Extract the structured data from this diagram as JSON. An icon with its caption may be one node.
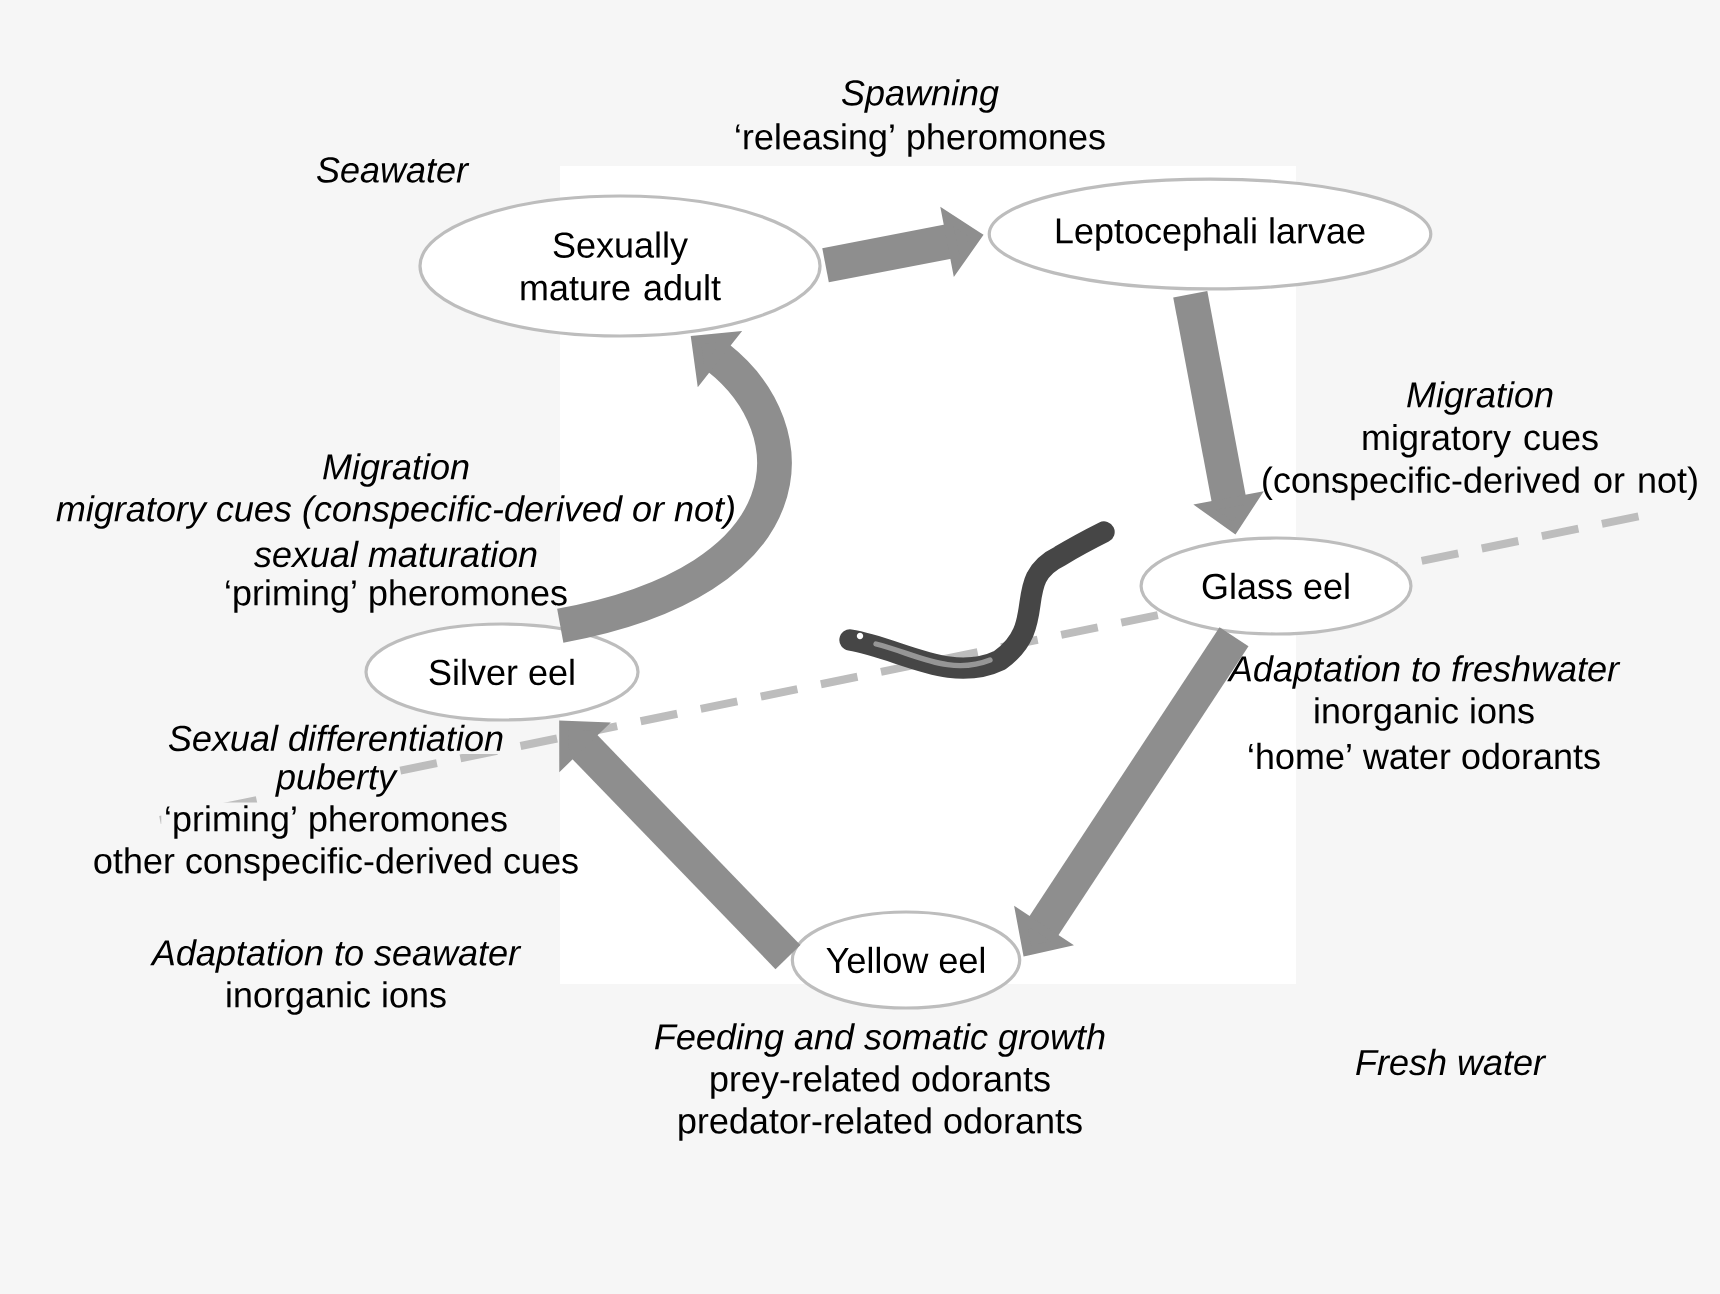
{
  "diagram": {
    "nodes": [
      {
        "text": [
          "Sexually mature adult"
        ]
      },
      {
        "text": [
          "Leptocephali larvae"
        ]
      },
      {
        "text": [
          "Glass eel"
        ]
      },
      {
        "text": [
          "Yellow eel"
        ]
      },
      {
        "text": [
          "Silver eel"
        ]
      }
    ],
    "edges": [
      {
        "from": 0,
        "to": 1,
        "arrow": "to"
      },
      {
        "from": 1,
        "to": 2,
        "arrow": "to"
      },
      {
        "from": 2,
        "to": 3,
        "arrow": "to"
      },
      {
        "from": 3,
        "to": 4,
        "arrow": "to"
      },
      {
        "from": 4,
        "to": 0,
        "arrow": "to"
      }
    ],
    "labels": [
      "Seawater",
      "Spawning",
      "‘releasing’ pheromones",
      "Migration",
      "migratory cues (conspecific-derived or not)",
      "Migration",
      "migratory cues (conspecific-derived or not)",
      "sexual maturation",
      "‘priming’ pheromones",
      "Adaptation to freshwater",
      "inorganic ions",
      "‘home’ water odorants",
      "Sexual differentiation",
      "puberty",
      "‘priming’ pheromones",
      "other conspecific-derived cues",
      "Adaptation to seawater",
      "inorganic ions",
      "Feeding and somatic growth",
      "prey-related odorants",
      "predator-related odorants",
      "Fresh water"
    ]
  }
}
